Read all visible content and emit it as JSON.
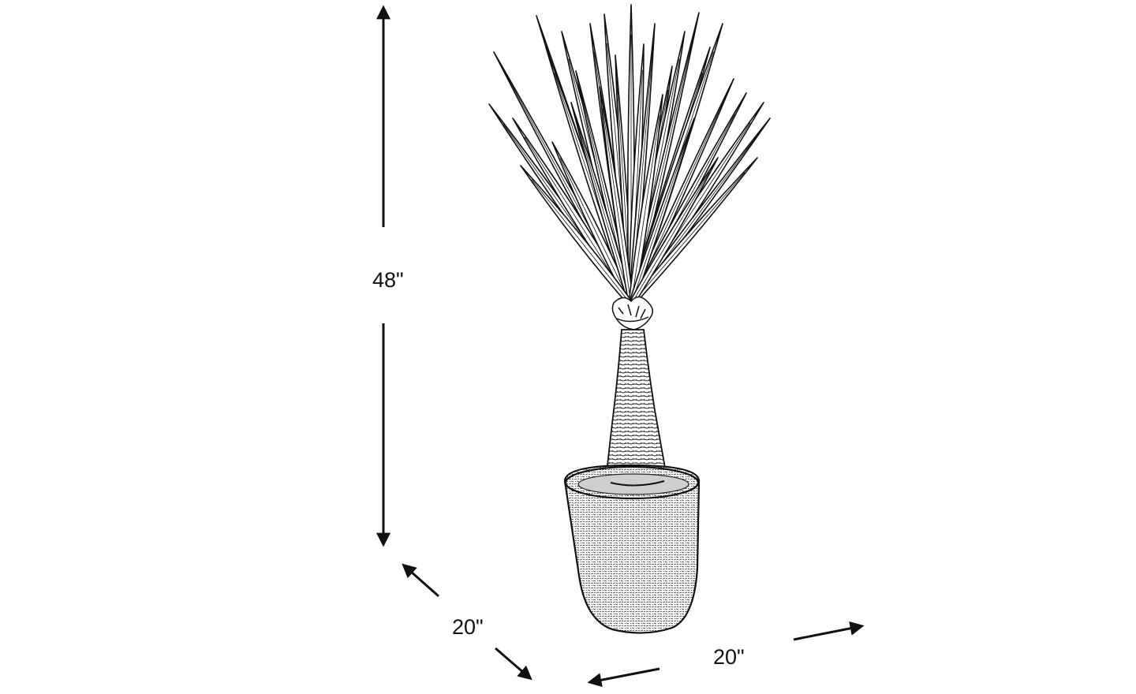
{
  "dimensions": {
    "height_label": "48\"",
    "depth_label": "20\"",
    "width_label": "20\""
  },
  "colors": {
    "line": "#111111",
    "background": "#ffffff",
    "pot_texture": "#333333"
  }
}
